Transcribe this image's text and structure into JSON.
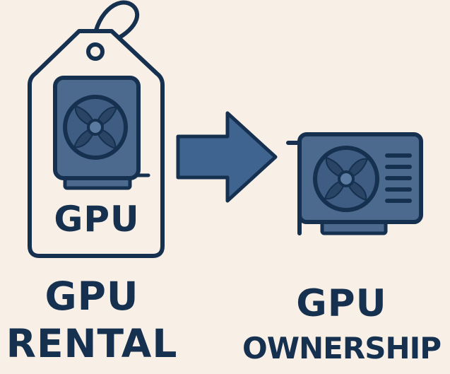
{
  "colors": {
    "background": "#f8f0e6",
    "outline": "#16304f",
    "card_fill": "#4c6a8e",
    "fan_fill": "#3f5c82",
    "arrow_fill": "#3f648f"
  },
  "icons": {
    "tag": "price-tag-icon",
    "card": "graphics-card-icon",
    "arrow": "arrow-right-icon"
  },
  "rental": {
    "tag_text": "GPU",
    "caption": [
      "GPU",
      "RENTAL"
    ]
  },
  "ownership": {
    "caption": [
      "GPU",
      "OWNERSHIP"
    ]
  }
}
